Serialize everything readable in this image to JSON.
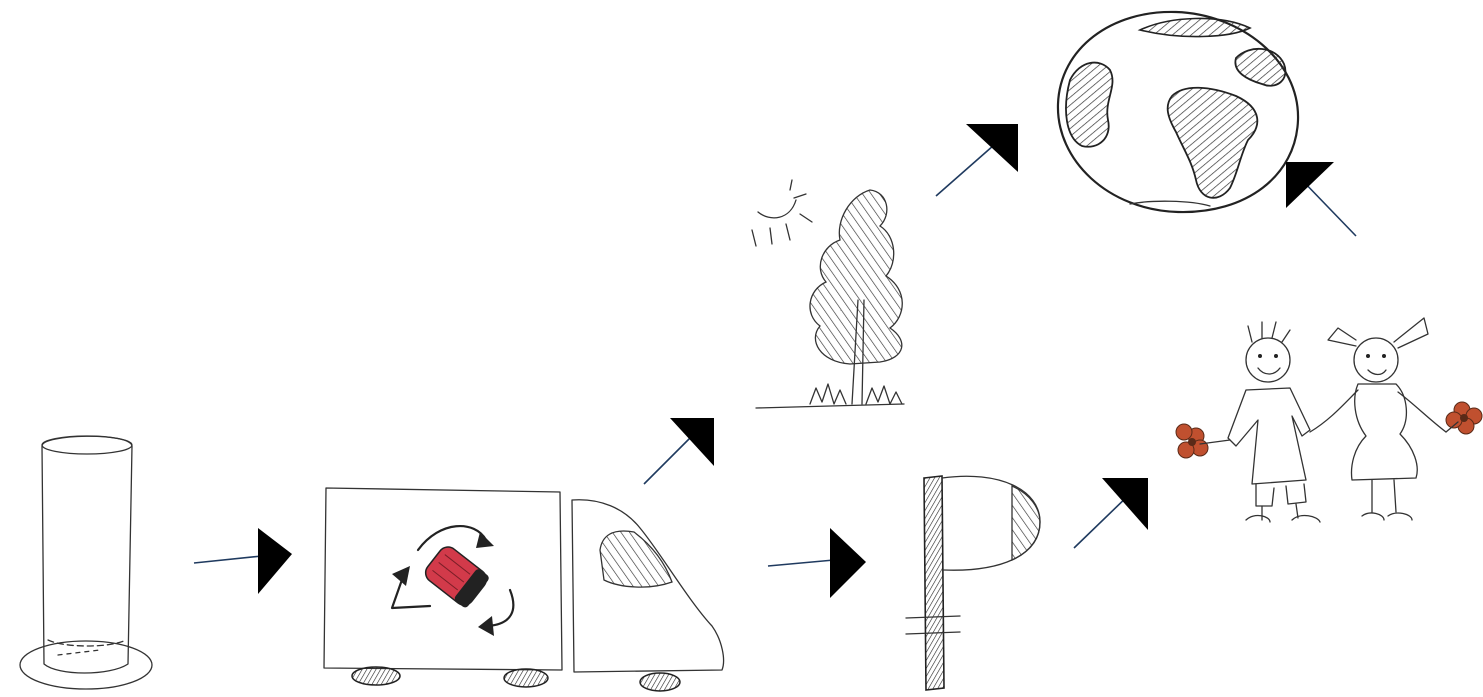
{
  "diagram": {
    "nodes": [
      {
        "id": "glass",
        "icon": "glass-icon"
      },
      {
        "id": "truck",
        "icon": "recycling-truck-icon"
      },
      {
        "id": "tree",
        "icon": "tree-icon"
      },
      {
        "id": "ruble",
        "icon": "ruble-icon"
      },
      {
        "id": "globe",
        "icon": "globe-icon"
      },
      {
        "id": "children",
        "icon": "children-icon"
      }
    ],
    "edges": [
      {
        "from": "glass",
        "to": "truck"
      },
      {
        "from": "truck",
        "to": "tree"
      },
      {
        "from": "truck",
        "to": "ruble"
      },
      {
        "from": "tree",
        "to": "globe"
      },
      {
        "from": "ruble",
        "to": "children"
      },
      {
        "from": "children",
        "to": "globe"
      }
    ],
    "colors": {
      "ink": "#222222",
      "arrow_line": "#1f3a5f",
      "arrow_head": "#000000",
      "recycle_item": "#d23a4a",
      "flower": "#c0502f"
    }
  }
}
